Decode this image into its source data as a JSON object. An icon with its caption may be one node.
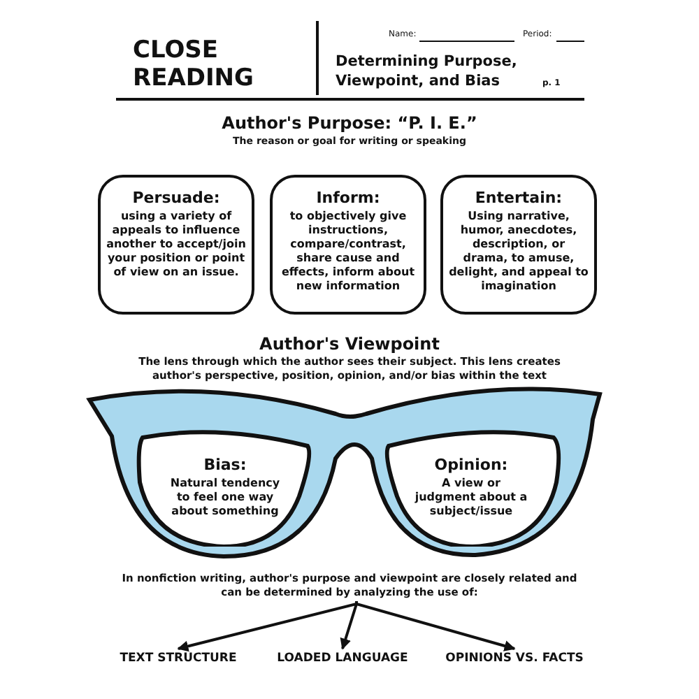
{
  "diagram": {
    "title": "Determining Purpose, Viewpoint, and Bias",
    "nodes": [
      {
        "text": [
          "Persuade:",
          "using a variety of appeals to influence another to accept/join your position or point of view on an issue."
        ]
      },
      {
        "text": [
          "Inform:",
          "to objectively give instructions, compare/contrast, share cause and effects, inform about new information"
        ]
      },
      {
        "text": [
          "Entertain:",
          "Using narrative, humor, anecdotes, description, or drama, to amuse, delight, and appeal to imagination"
        ]
      },
      {
        "text": [
          "Bias:",
          "Natural tendency to feel one way about something"
        ]
      },
      {
        "text": [
          "Opinion:",
          "A view or judgment about a subject/issue"
        ]
      },
      {
        "text": [
          "In nonfiction writing, author's purpose and viewpoint are closely related and can be determined by analyzing the use of:"
        ]
      },
      {
        "text": [
          "TEXT STRUCTURE"
        ]
      },
      {
        "text": [
          "LOADED LANGUAGE"
        ]
      },
      {
        "text": [
          "OPINIONS VS. FACTS"
        ]
      }
    ],
    "edges": [
      {
        "from": 5,
        "to": 6,
        "arrow": "to"
      },
      {
        "from": 5,
        "to": 7,
        "arrow": "to"
      },
      {
        "from": 5,
        "to": 8,
        "arrow": "to"
      }
    ],
    "labels": [
      "CLOSE READING",
      "Name:",
      "Period:",
      "p. 1",
      "Author's Purpose: “P. I. E.”",
      "The reason or goal for writing or speaking",
      "Author's Viewpoint",
      "The lens through which the author sees their subject.  This lens creates author's perspective, position, opinion, and/or bias within the text"
    ]
  }
}
